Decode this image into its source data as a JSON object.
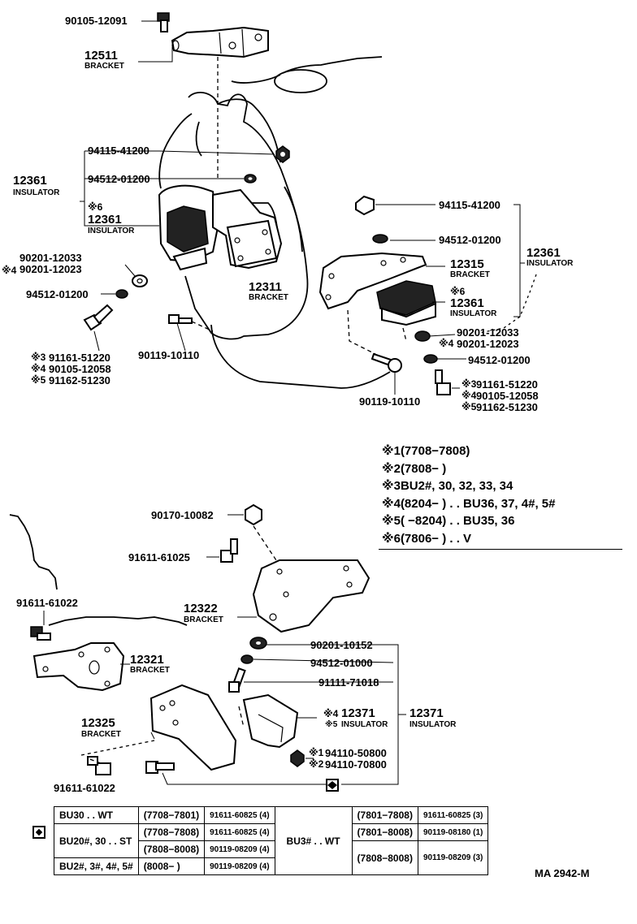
{
  "diagram_code": "MA 2942-M",
  "upper": {
    "labels": {
      "p90105_12091": "90105-12091",
      "p12511": "12511",
      "bracket_12511": "BRACKET",
      "p94115_41200_l": "94115-41200",
      "p12361_l": "12361",
      "insulator_l": "INSULATOR",
      "p94512_01200_l": "94512-01200",
      "star6_l": "※6",
      "p12361_l2": "12361",
      "insulator_l2": "INSULATOR",
      "p90201_12033_l": "90201-12033",
      "star4_l": "※4",
      "p90201_12023_l": "90201-12023",
      "p94512_01200_l2": "94512-01200",
      "star3_l": "※3",
      "p91161_51220_l": "91161-51220",
      "star4_l2": "※4",
      "p90105_12058_l": "90105-12058",
      "star5_l": "※5",
      "p91162_51230_l": "91162-51230",
      "p90119_10110_l": "90119-10110",
      "p12311": "12311",
      "bracket_12311": "BRACKET",
      "p94115_41200_r": "94115-41200",
      "p94512_01200_r": "94512-01200",
      "p12361_r": "12361",
      "insulator_r": "INSULATOR",
      "p12315": "12315",
      "bracket_12315": "BRACKET",
      "star6_r": "※6",
      "p12361_r2": "12361",
      "insulator_r2": "INSULATOR",
      "p90201_12033_r": "90201-12033",
      "star4_r": "※4",
      "p90201_12023_r": "90201-12023",
      "p94512_01200_r2": "94512-01200",
      "star3_r": "※3",
      "p91161_51220_r": "91161-51220",
      "star4_r2": "※4",
      "p90105_12058_r": "90105-12058",
      "star5_r": "※5",
      "p91162_51230_r": "91162-51230",
      "p90119_10110_r": "90119-10110"
    }
  },
  "legend": [
    {
      "mark": "※1",
      "text": "(7708−7808)"
    },
    {
      "mark": "※2",
      "text": "(7808−        )"
    },
    {
      "mark": "※3",
      "text": "BU2#, 30, 32, 33, 34"
    },
    {
      "mark": "※4",
      "text": "(8204−        ) . . BU36, 37, 4#, 5#"
    },
    {
      "mark": "※5",
      "text": "(        −8204) . . BU35, 36"
    },
    {
      "mark": "※6",
      "text": "(7806−        ) . . V"
    }
  ],
  "lower": {
    "labels": {
      "p90170_10082": "90170-10082",
      "p91611_61025": "91611-61025",
      "p91611_61022_a": "91611-61022",
      "p12322": "12322",
      "bracket_12322": "BRACKET",
      "p12321": "12321",
      "bracket_12321": "BRACKET",
      "p90201_10152": "90201-10152",
      "p94512_01000": "94512-01000",
      "p91111_71018": "91111-71018",
      "p12325": "12325",
      "bracket_12325": "BRACKET",
      "star4": "※4",
      "p12371_a": "12371",
      "star5": "※5",
      "insulator_a": "INSULATOR",
      "p12371_b": "12371",
      "insulator_b": "INSULATOR",
      "star1": "※1",
      "p94110_50800": "94110-50800",
      "star2": "※2",
      "p94110_70800": "94110-70800",
      "p91611_61022_b": "91611-61022"
    }
  },
  "table": {
    "left": [
      {
        "model": "BU30 . . WT",
        "rows": [
          {
            "range": "(7708−7801)",
            "part": "91611-60825 (4)"
          }
        ]
      },
      {
        "model": "BU20#, 30 . . ST",
        "rows": [
          {
            "range": "(7708−7808)",
            "part": "91611-60825 (4)"
          },
          {
            "range": "(7808−8008)",
            "part": "90119-08209 (4)"
          }
        ]
      },
      {
        "model": "BU2#, 3#, 4#, 5#",
        "rows": [
          {
            "range": "(8008−        )",
            "part": "90119-08209 (4)"
          }
        ]
      }
    ],
    "right_model": "BU3# . . WT",
    "right": [
      {
        "range": "(7801−7808)",
        "part": "91611-60825 (3)"
      },
      {
        "range": "(7801−8008)",
        "part": "90119-08180 (1)"
      },
      {
        "range": "(7808−8008)",
        "part": "90119-08209 (3)"
      }
    ]
  }
}
